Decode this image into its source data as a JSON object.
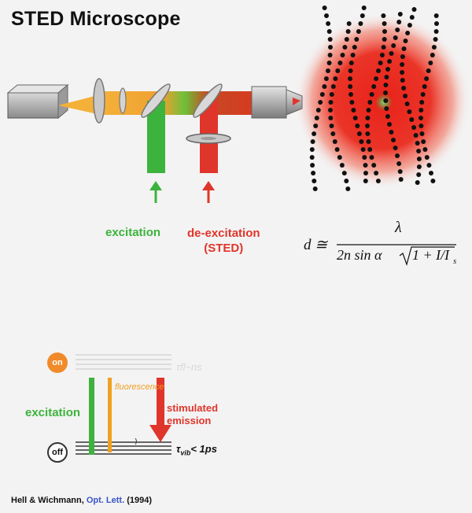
{
  "title": "STED Microscope",
  "labels": {
    "excitation": "excitation",
    "deexcitation_line1": "de-excitation",
    "deexcitation_line2": "(STED)"
  },
  "formula": {
    "lhs": "d ≅",
    "numerator": "λ",
    "denominator_prefix": "2n sin α",
    "denominator_root": "1 + I/I",
    "subscript": "s"
  },
  "energy_diagram": {
    "on_state": "on",
    "off_state": "off",
    "excitation": "excitation",
    "fluorescence": "fluorescence",
    "stimulated_line1": "stimulated",
    "stimulated_line2": "emission",
    "tau_fl_label": "τfl~ns",
    "tau_vib_prefix": "τ",
    "tau_vib_sub": "vib",
    "tau_vib_suffix": "< 1ps"
  },
  "citation": {
    "authors": "Hell & Wichmann, ",
    "journal": "Opt. Lett.",
    "year": " (1994)"
  },
  "colors": {
    "green": "#3cb33c",
    "red": "#e0352b",
    "orange": "#f08a2a",
    "blue": "#3a55c6"
  }
}
